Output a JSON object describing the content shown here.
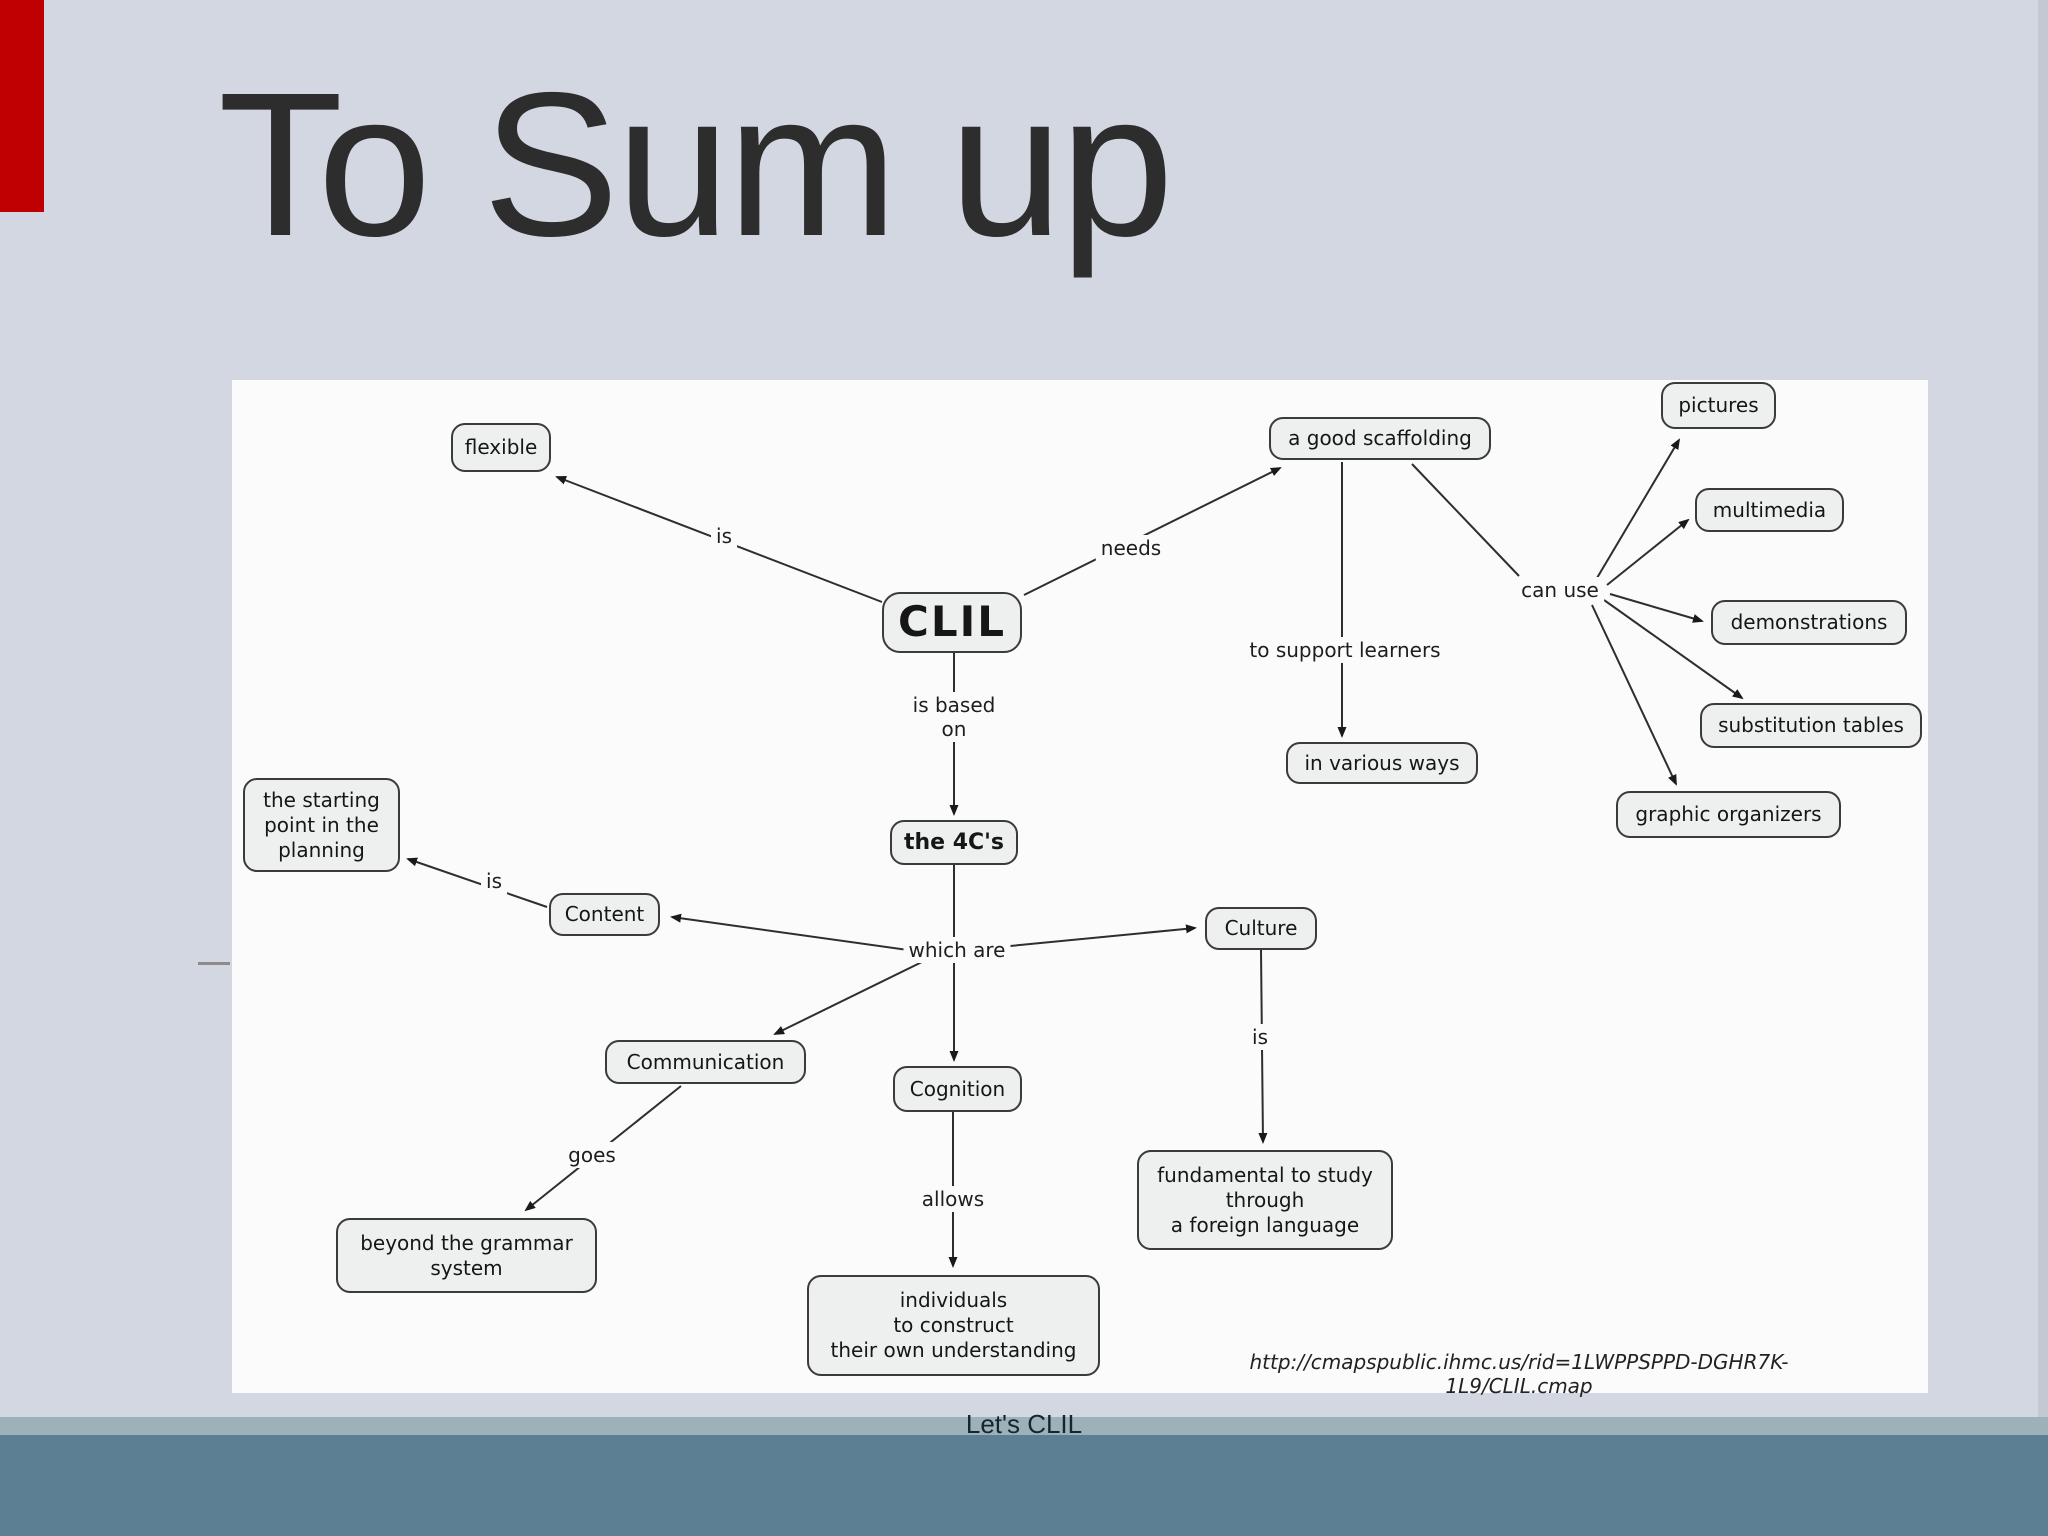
{
  "slide": {
    "title": "To Sum up",
    "footer_caption": "Let's CLIL"
  },
  "concept_map": {
    "source_url": "http://cmapspublic.ihmc.us/rid=1LWPPSPPD-DGHR7K-1L9/CLIL.cmap",
    "nodes": {
      "clil": "CLIL",
      "flexible": "flexible",
      "good_scaffolding": "a good scaffolding",
      "pictures": "pictures",
      "multimedia": "multimedia",
      "demonstrations": "demonstrations",
      "substitution_tables": "substitution tables",
      "graphic_organizers": "graphic organizers",
      "in_various_ways": "in various ways",
      "the_4cs": "the 4C's",
      "starting_point": "the starting\npoint in the\nplanning",
      "content": "Content",
      "culture": "Culture",
      "fundamental": "fundamental to study\nthrough\na foreign language",
      "communication": "Communication",
      "beyond_grammar": "beyond the grammar\nsystem",
      "cognition": "Cognition",
      "individuals": "individuals\nto construct\ntheir own understanding"
    },
    "links": {
      "is_flexible": "is",
      "needs": "needs",
      "can_use": "can use",
      "to_support_learners": "to support learners",
      "is_based_on": "is based\non",
      "which_are": "which are",
      "is_starting_point": "is",
      "is_fundamental": "is",
      "goes": "goes",
      "allows": "allows"
    },
    "colors": {
      "accent_red": "#c00000",
      "slide_background": "#d3d7e2",
      "map_background": "#fbfbfb",
      "node_fill": "#edf0ef",
      "node_border": "#3b3b3b",
      "footer_band_light": "#9db1ba",
      "footer_band_dark": "#5d7f94"
    }
  }
}
